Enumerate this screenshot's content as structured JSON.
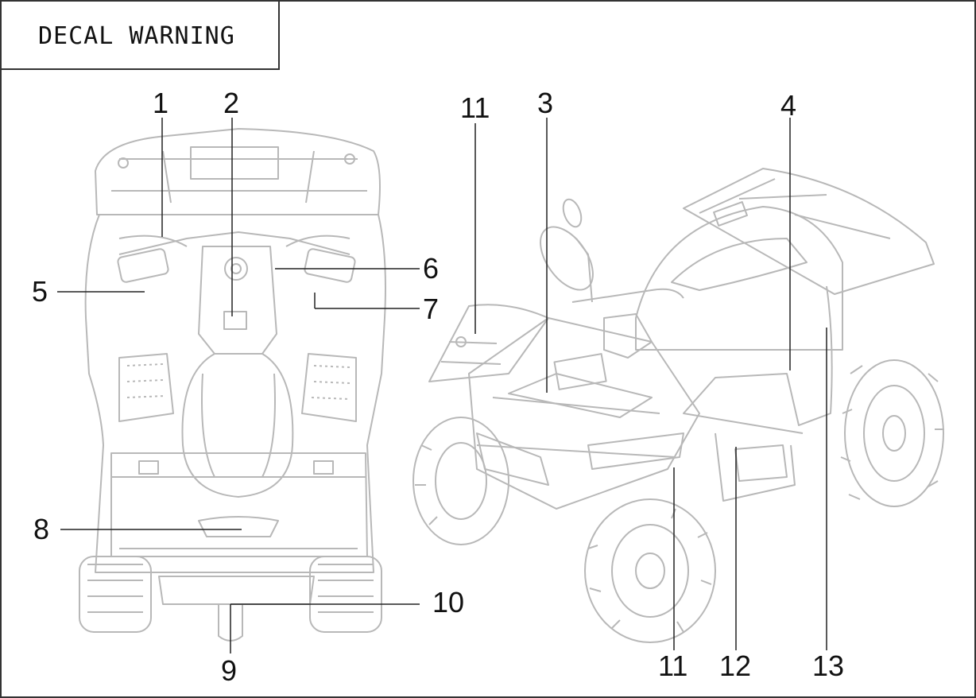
{
  "title": "DECAL WARNING",
  "colors": {
    "line": "#222222",
    "drawing": "#b8b8b8",
    "border": "#333333"
  },
  "callouts": {
    "c1": "1",
    "c2": "2",
    "c3": "3",
    "c4": "4",
    "c5": "5",
    "c6": "6",
    "c7": "7",
    "c8": "8",
    "c9": "9",
    "c10": "10",
    "c11a": "11",
    "c11b": "11",
    "c12": "12",
    "c13": "13"
  }
}
